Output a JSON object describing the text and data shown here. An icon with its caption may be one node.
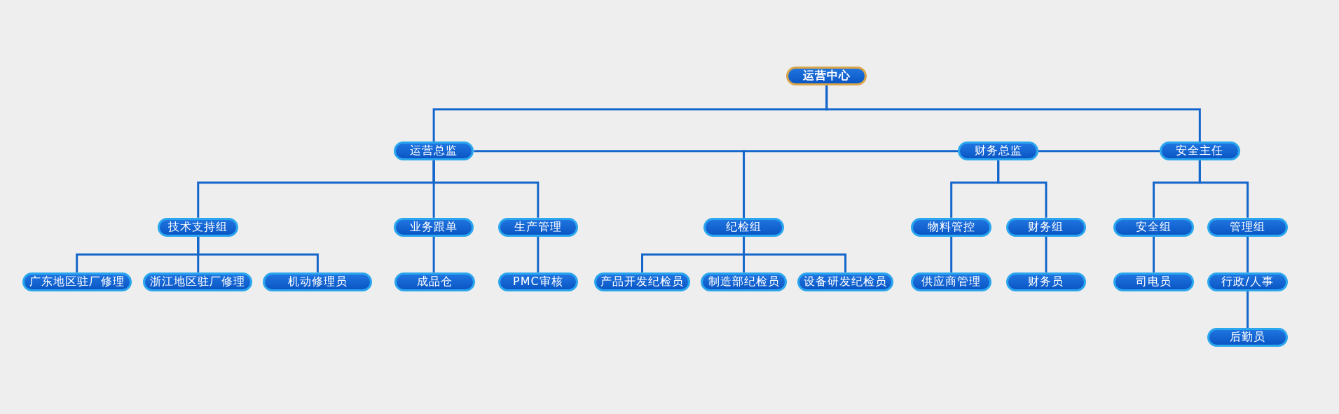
{
  "diagram": {
    "nodes": [
      {
        "text": [
          "运营中心"
        ]
      },
      {
        "text": [
          "运营总监"
        ]
      },
      {
        "text": [
          "财务总监"
        ]
      },
      {
        "text": [
          "安全主任"
        ]
      },
      {
        "text": [
          "技术支持组"
        ]
      },
      {
        "text": [
          "业务跟单"
        ]
      },
      {
        "text": [
          "生产管理"
        ]
      },
      {
        "text": [
          "纪检组"
        ]
      },
      {
        "text": [
          "物料管控"
        ]
      },
      {
        "text": [
          "财务组"
        ]
      },
      {
        "text": [
          "安全组"
        ]
      },
      {
        "text": [
          "管理组"
        ]
      },
      {
        "text": [
          "广东地区驻厂修理"
        ]
      },
      {
        "text": [
          "浙江地区驻厂修理"
        ]
      },
      {
        "text": [
          "机动修理员"
        ]
      },
      {
        "text": [
          "成品仓"
        ]
      },
      {
        "text": [
          "PMC审核"
        ]
      },
      {
        "text": [
          "产品开发纪检员"
        ]
      },
      {
        "text": [
          "制造部纪检员"
        ]
      },
      {
        "text": [
          "设备研发纪检员"
        ]
      },
      {
        "text": [
          "供应商管理"
        ]
      },
      {
        "text": [
          "财务员"
        ]
      },
      {
        "text": [
          "司电员"
        ]
      },
      {
        "text": [
          "行政/人事"
        ]
      },
      {
        "text": [
          "后勤员"
        ]
      }
    ],
    "edges": [
      {
        "from": 0,
        "to": 1,
        "arrow": "none"
      },
      {
        "from": 0,
        "to": 3,
        "arrow": "none"
      },
      {
        "from": 1,
        "to": 7,
        "arrow": "none"
      },
      {
        "from": 2,
        "to": 7,
        "arrow": "none"
      },
      {
        "from": 2,
        "to": 3,
        "arrow": "none"
      },
      {
        "from": 1,
        "to": 4,
        "arrow": "none"
      },
      {
        "from": 1,
        "to": 5,
        "arrow": "none"
      },
      {
        "from": 1,
        "to": 6,
        "arrow": "none"
      },
      {
        "from": 2,
        "to": 8,
        "arrow": "none"
      },
      {
        "from": 2,
        "to": 9,
        "arrow": "none"
      },
      {
        "from": 3,
        "to": 10,
        "arrow": "none"
      },
      {
        "from": 3,
        "to": 11,
        "arrow": "none"
      },
      {
        "from": 4,
        "to": 12,
        "arrow": "none"
      },
      {
        "from": 4,
        "to": 13,
        "arrow": "none"
      },
      {
        "from": 4,
        "to": 14,
        "arrow": "none"
      },
      {
        "from": 5,
        "to": 15,
        "arrow": "none"
      },
      {
        "from": 6,
        "to": 16,
        "arrow": "none"
      },
      {
        "from": 7,
        "to": 17,
        "arrow": "none"
      },
      {
        "from": 7,
        "to": 18,
        "arrow": "none"
      },
      {
        "from": 7,
        "to": 19,
        "arrow": "none"
      },
      {
        "from": 8,
        "to": 20,
        "arrow": "none"
      },
      {
        "from": 9,
        "to": 21,
        "arrow": "none"
      },
      {
        "from": 10,
        "to": 22,
        "arrow": "none"
      },
      {
        "from": 11,
        "to": 23,
        "arrow": "none"
      },
      {
        "from": 23,
        "to": 24,
        "arrow": "none"
      }
    ]
  }
}
